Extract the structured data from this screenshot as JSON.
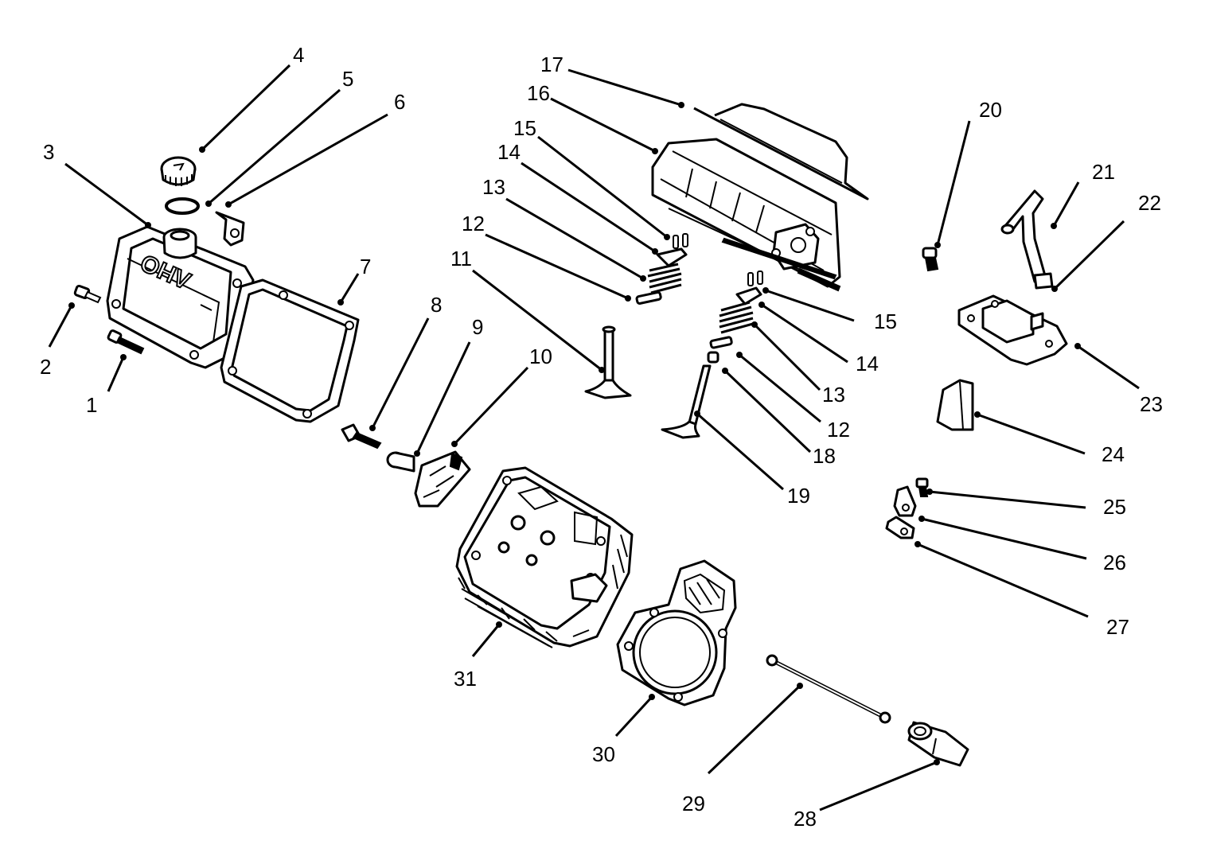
{
  "diagram": {
    "callouts": [
      {
        "id": "c1",
        "label": "1"
      },
      {
        "id": "c2",
        "label": "2"
      },
      {
        "id": "c3",
        "label": "3"
      },
      {
        "id": "c4",
        "label": "4"
      },
      {
        "id": "c5",
        "label": "5"
      },
      {
        "id": "c6",
        "label": "6"
      },
      {
        "id": "c7",
        "label": "7"
      },
      {
        "id": "c8",
        "label": "8"
      },
      {
        "id": "c9",
        "label": "9"
      },
      {
        "id": "c10",
        "label": "10"
      },
      {
        "id": "c11",
        "label": "11"
      },
      {
        "id": "c12a",
        "label": "12"
      },
      {
        "id": "c13a",
        "label": "13"
      },
      {
        "id": "c14a",
        "label": "14"
      },
      {
        "id": "c15a",
        "label": "15"
      },
      {
        "id": "c16",
        "label": "16"
      },
      {
        "id": "c17",
        "label": "17"
      },
      {
        "id": "c15b",
        "label": "15"
      },
      {
        "id": "c14b",
        "label": "14"
      },
      {
        "id": "c13b",
        "label": "13"
      },
      {
        "id": "c12b",
        "label": "12"
      },
      {
        "id": "c18",
        "label": "18"
      },
      {
        "id": "c19",
        "label": "19"
      },
      {
        "id": "c20",
        "label": "20"
      },
      {
        "id": "c21",
        "label": "21"
      },
      {
        "id": "c22",
        "label": "22"
      },
      {
        "id": "c23",
        "label": "23"
      },
      {
        "id": "c24",
        "label": "24"
      },
      {
        "id": "c25",
        "label": "25"
      },
      {
        "id": "c26",
        "label": "26"
      },
      {
        "id": "c27",
        "label": "27"
      },
      {
        "id": "c28",
        "label": "28"
      },
      {
        "id": "c29",
        "label": "29"
      },
      {
        "id": "c30",
        "label": "30"
      },
      {
        "id": "c31",
        "label": "31"
      }
    ],
    "cover_marking": "OHV"
  }
}
